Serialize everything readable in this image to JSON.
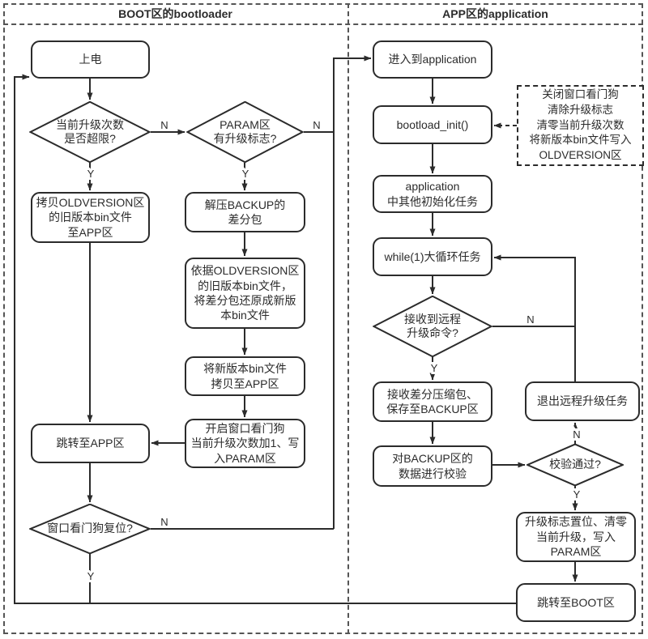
{
  "header": {
    "left": "BOOT区的bootloader",
    "right": "APP区的application"
  },
  "colors": {
    "line": "#2b2b2b",
    "background": "#ffffff"
  },
  "nodes": {
    "power_on": "上电",
    "check_count": "当前升级次数\n是否超限?",
    "param_flag": "PARAM区\n有升级标志?",
    "copy_old": "拷贝OLDVERSION区\n的旧版本bin文件\n至APP区",
    "unzip_backup": "解压BACKUP的\n差分包",
    "restore_bin": "依据OLDVERSION区\n的旧版本bin文件，\n将差分包还原成新版\n本bin文件",
    "copy_new": "将新版本bin文件\n拷贝至APP区",
    "watchdog_on": "开启窗口看门狗\n当前升级次数加1、写\n入PARAM区",
    "jump_app": "跳转至APP区",
    "watchdog_reset": "窗口看门狗复位?",
    "enter_app": "进入到application",
    "bootload_init": "bootload_init()",
    "note": "关闭窗口看门狗\n清除升级标志\n清零当前升级次数\n将新版本bin文件写入\nOLDVERSION区",
    "app_init": "application\n中其他初始化任务",
    "while_loop": "while(1)大循环任务",
    "remote_cmd": "接收到远程\n升级命令?",
    "recv_pkg": "接收差分压缩包、\n保存至BACKUP区",
    "exit_task": "退出远程升级任务",
    "verify_backup": "对BACKUP区的\n数据进行校验",
    "verify_pass": "校验通过?",
    "set_flag": "升级标志置位、清零\n当前升级，写入\nPARAM区",
    "jump_boot": "跳转至BOOT区"
  },
  "edge_labels": {
    "count_no": "N",
    "count_yes": "Y",
    "param_no": "N",
    "param_yes": "Y",
    "watchdog_no": "N",
    "watchdog_yes": "Y",
    "remote_no": "N",
    "remote_yes": "Y",
    "verify_no": "N",
    "verify_yes": "Y"
  }
}
